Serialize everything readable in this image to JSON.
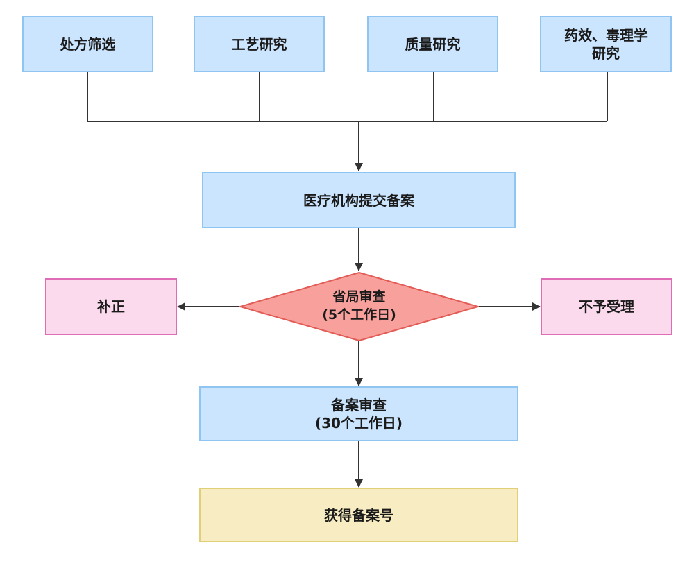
{
  "flowchart": {
    "research": {
      "prescription": "处方筛选",
      "process": "工艺研究",
      "quality": "质量研究",
      "pharmacology_line1": "药效、毒理学",
      "pharmacology_line2": "研究"
    },
    "submit": "医疗机构提交备案",
    "province_review_line1": "省局审查",
    "province_review_line2": "(5个工作日)",
    "supplement": "补正",
    "reject": "不予受理",
    "filing_review_line1": "备案审查",
    "filing_review_line2": "(30个工作日)",
    "obtain": "获得备案号"
  },
  "colors": {
    "process_fill": "#cce5ff",
    "process_border": "#8fc5f0",
    "decision_fill": "#f8a09c",
    "decision_border": "#e25b55",
    "side_fill": "#fadaec",
    "side_border": "#de6db5",
    "result_fill": "#f7ecc2",
    "result_border": "#e1cf77",
    "connector": "#333333"
  }
}
